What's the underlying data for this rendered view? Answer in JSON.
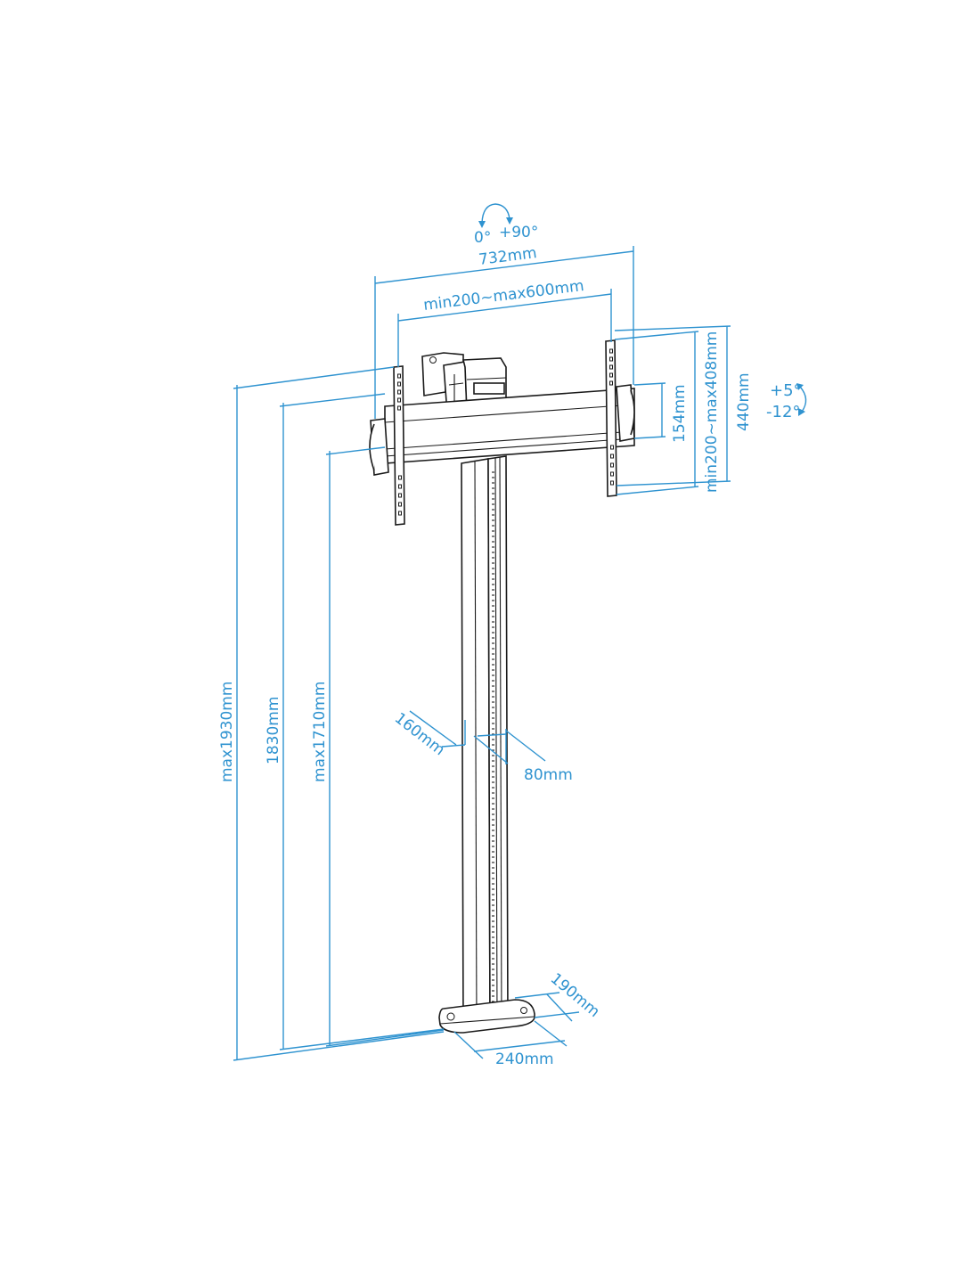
{
  "diagram": {
    "rotation": {
      "start": "0°",
      "end": "+90°"
    },
    "tilt": {
      "up": "+5°",
      "down": "-12°"
    },
    "dimensions": {
      "overall_width": "732mm",
      "vesa_horizontal": "min200~max600mm",
      "vesa_vertical": "min200~max408mm",
      "bracket_height": "440mm",
      "rail_height": "154mm",
      "max_height": "max1930mm",
      "mid_height": "1830mm",
      "min_height": "max1710mm",
      "column_depth": "160mm",
      "column_width": "80mm",
      "base_depth": "190mm",
      "base_width": "240mm"
    },
    "colors": {
      "dimension": "#2f93d0",
      "outline": "#1a1a1a"
    }
  }
}
